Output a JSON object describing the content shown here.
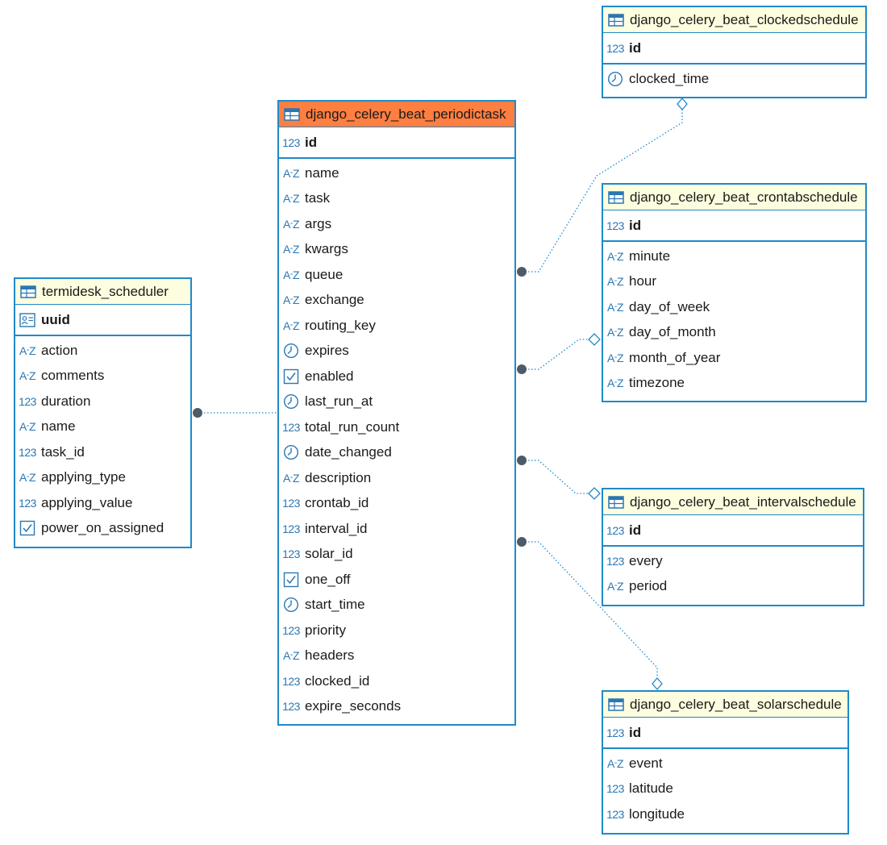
{
  "colors": {
    "border": "#1f8ac9",
    "header_default": "#fdfddf",
    "header_selected": "#ff7f41",
    "icon": "#2a77b3",
    "link_dot": "#4d5b66"
  },
  "entities": {
    "periodictask": {
      "title": "django_celery_beat_periodictask",
      "pk": [
        {
          "name": "id",
          "type": "number"
        }
      ],
      "columns": [
        {
          "name": "name",
          "type": "text"
        },
        {
          "name": "task",
          "type": "text"
        },
        {
          "name": "args",
          "type": "text"
        },
        {
          "name": "kwargs",
          "type": "text"
        },
        {
          "name": "queue",
          "type": "text"
        },
        {
          "name": "exchange",
          "type": "text"
        },
        {
          "name": "routing_key",
          "type": "text"
        },
        {
          "name": "expires",
          "type": "datetime"
        },
        {
          "name": "enabled",
          "type": "boolean"
        },
        {
          "name": "last_run_at",
          "type": "datetime"
        },
        {
          "name": "total_run_count",
          "type": "number"
        },
        {
          "name": "date_changed",
          "type": "datetime"
        },
        {
          "name": "description",
          "type": "text"
        },
        {
          "name": "crontab_id",
          "type": "number"
        },
        {
          "name": "interval_id",
          "type": "number"
        },
        {
          "name": "solar_id",
          "type": "number"
        },
        {
          "name": "one_off",
          "type": "boolean"
        },
        {
          "name": "start_time",
          "type": "datetime"
        },
        {
          "name": "priority",
          "type": "number"
        },
        {
          "name": "headers",
          "type": "text"
        },
        {
          "name": "clocked_id",
          "type": "number"
        },
        {
          "name": "expire_seconds",
          "type": "number"
        }
      ]
    },
    "termidesk": {
      "title": "termidesk_scheduler",
      "pk": [
        {
          "name": "uuid",
          "type": "uuid"
        }
      ],
      "columns": [
        {
          "name": "action",
          "type": "text"
        },
        {
          "name": "comments",
          "type": "text"
        },
        {
          "name": "duration",
          "type": "number"
        },
        {
          "name": "name",
          "type": "text"
        },
        {
          "name": "task_id",
          "type": "number"
        },
        {
          "name": "applying_type",
          "type": "text"
        },
        {
          "name": "applying_value",
          "type": "number"
        },
        {
          "name": "power_on_assigned",
          "type": "boolean"
        }
      ]
    },
    "clocked": {
      "title": "django_celery_beat_clockedschedule",
      "pk": [
        {
          "name": "id",
          "type": "number"
        }
      ],
      "columns": [
        {
          "name": "clocked_time",
          "type": "datetime"
        }
      ]
    },
    "crontab": {
      "title": "django_celery_beat_crontabschedule",
      "pk": [
        {
          "name": "id",
          "type": "number"
        }
      ],
      "columns": [
        {
          "name": "minute",
          "type": "text"
        },
        {
          "name": "hour",
          "type": "text"
        },
        {
          "name": "day_of_week",
          "type": "text"
        },
        {
          "name": "day_of_month",
          "type": "text"
        },
        {
          "name": "month_of_year",
          "type": "text"
        },
        {
          "name": "timezone",
          "type": "text"
        }
      ]
    },
    "interval": {
      "title": "django_celery_beat_intervalschedule",
      "pk": [
        {
          "name": "id",
          "type": "number"
        }
      ],
      "columns": [
        {
          "name": "every",
          "type": "number"
        },
        {
          "name": "period",
          "type": "text"
        }
      ]
    },
    "solar": {
      "title": "django_celery_beat_solarschedule",
      "pk": [
        {
          "name": "id",
          "type": "number"
        }
      ],
      "columns": [
        {
          "name": "event",
          "type": "text"
        },
        {
          "name": "latitude",
          "type": "number"
        },
        {
          "name": "longitude",
          "type": "number"
        }
      ]
    }
  },
  "relations": [
    {
      "from": "termidesk",
      "to": "periodictask"
    },
    {
      "from": "periodictask",
      "to": "clocked"
    },
    {
      "from": "periodictask",
      "to": "crontab"
    },
    {
      "from": "periodictask",
      "to": "interval"
    },
    {
      "from": "periodictask",
      "to": "solar"
    }
  ]
}
